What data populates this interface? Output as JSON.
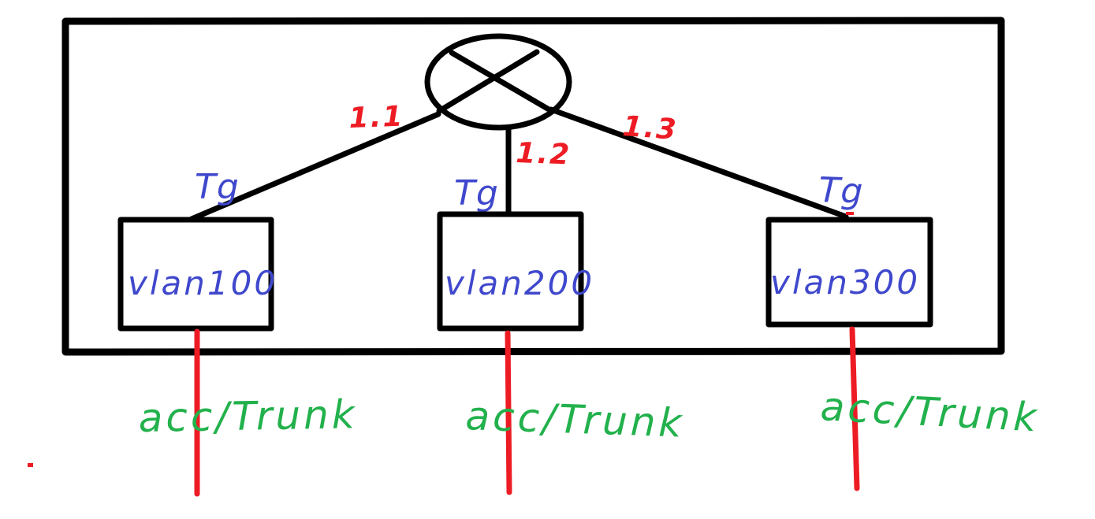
{
  "diagram": {
    "kind": "hand-drawn network topology sketch",
    "colors": {
      "ink": "#000000",
      "background": "#ffffff",
      "interface_label": "#ed1c24",
      "port_label": "#3f48cc",
      "node_label": "#3f48cc",
      "access_line": "#ed1c24",
      "access_label": "#22b14c"
    },
    "router": {
      "symbol": "circle-with-x"
    },
    "links": [
      {
        "interface": "1.1",
        "port": "Tg",
        "vlan": "vlan100",
        "access_mode": "acc/Trunk"
      },
      {
        "interface": "1.2",
        "port": "Tg",
        "vlan": "vlan200",
        "access_mode": "acc/Trunk"
      },
      {
        "interface": "1.3",
        "port": "Tg",
        "vlan": "vlan300",
        "access_mode": "acc/Trunk"
      }
    ]
  }
}
